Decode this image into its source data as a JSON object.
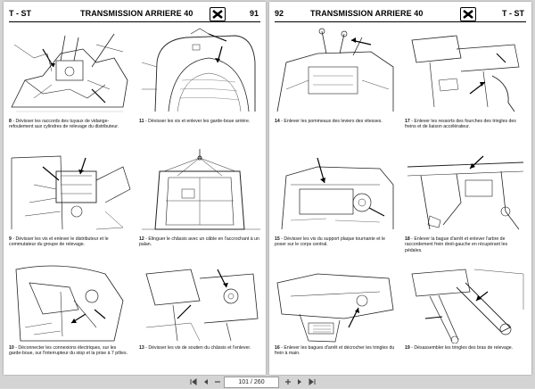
{
  "left_page": {
    "section": "T - ST",
    "title": "TRANSMISSION ARRIERE 40",
    "page_number": "91",
    "cells": [
      {
        "num": "8",
        "text": "Dévisser les raccords des tuyaux de vidange-refoulement aux cylindres de relevage du distributeur."
      },
      {
        "num": "11",
        "text": "Dévisser les vis et enlever les garde-boue arrière."
      },
      {
        "num": "9",
        "text": "Dévisser les vis et enlever le distributeur et le commutateur du groupe de relevage."
      },
      {
        "num": "12",
        "text": "Elinguer le châssis avec un câble en l'accrochant à un palan."
      },
      {
        "num": "10",
        "text": "Déconnecter les connexions électriques, sur les garde-boue, sur l'interrupteur du stop et la prise à 7 pôles."
      },
      {
        "num": "13",
        "text": "Dévisser les vis de soutien du châssis et l'enlever."
      }
    ]
  },
  "right_page": {
    "section": "T - ST",
    "title": "TRANSMISSION ARRIERE 40",
    "page_number": "92",
    "cells": [
      {
        "num": "14",
        "text": "Enlever les pommeaux des leviers des vitesses."
      },
      {
        "num": "17",
        "text": "Enlever les ressorts des fourches des tringles des freins et de liaison accélérateur."
      },
      {
        "num": "15",
        "text": "Dévisser les vis du support plaque tournante et le poser sur le corps central."
      },
      {
        "num": "18",
        "text": "Enlever la bague d'arrêt et enlever l'arbre de raccordement frein droit-gauche en récupérant les pédales."
      },
      {
        "num": "16",
        "text": "Enlever les bagues d'arrêt et décrocher les tringles du frein à main."
      },
      {
        "num": "19",
        "text": "Désassembler les tringles des bras de relevage."
      }
    ]
  },
  "toolbar": {
    "page_indicator": "101 / 260"
  }
}
